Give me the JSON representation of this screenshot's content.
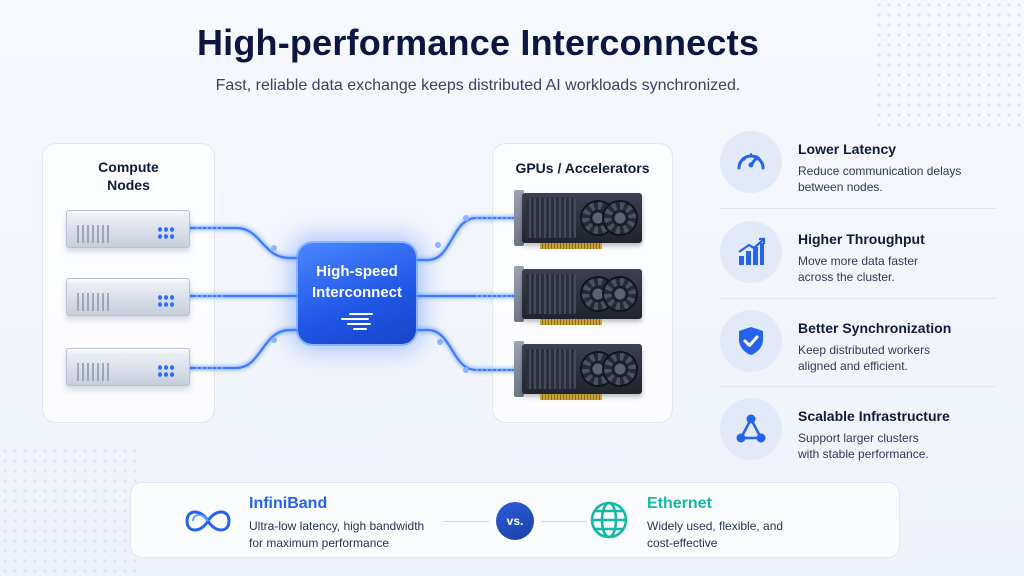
{
  "header": {
    "title": "High-performance Interconnects",
    "subtitle": "Fast, reliable data exchange keeps distributed AI workloads synchronized."
  },
  "left_panel": {
    "title_line1": "Compute",
    "title_line2": "Nodes",
    "server_count": 3
  },
  "right_panel": {
    "title": "GPUs / Accelerators",
    "gpu_count": 3
  },
  "hub": {
    "line1": "High-speed",
    "line2": "Interconnect",
    "icon": "speed-lines-icon"
  },
  "features": [
    {
      "title": "Lower Latency",
      "desc_line1": "Reduce communication delays",
      "desc_line2": "between nodes.",
      "icon": "gauge-icon"
    },
    {
      "title": "Higher Throughput",
      "desc_line1": "Move more data faster",
      "desc_line2": "across the cluster.",
      "icon": "bar-chart-up-icon"
    },
    {
      "title": "Better Synchronization",
      "desc_line1": "Keep distributed workers",
      "desc_line2": "aligned and efficient.",
      "icon": "shield-check-icon"
    },
    {
      "title": "Scalable Infrastructure",
      "desc_line1": "Support larger clusters",
      "desc_line2": "with stable performance.",
      "icon": "network-triangle-icon"
    }
  ],
  "comparison": {
    "left": {
      "title": "InfiniBand",
      "desc_line1": "Ultra-low latency, high bandwidth",
      "desc_line2": "for maximum performance",
      "icon": "infinity-loop-icon",
      "color": "#2563eb"
    },
    "vs_label": "vs.",
    "right": {
      "title": "Ethernet",
      "desc_line1": "Widely used, flexible, and",
      "desc_line2": "cost-effective",
      "icon": "globe-icon",
      "color": "#14b8a6"
    }
  },
  "colors": {
    "accent": "#2f6bff",
    "title": "#0b1740",
    "icon": "#2563eb"
  }
}
